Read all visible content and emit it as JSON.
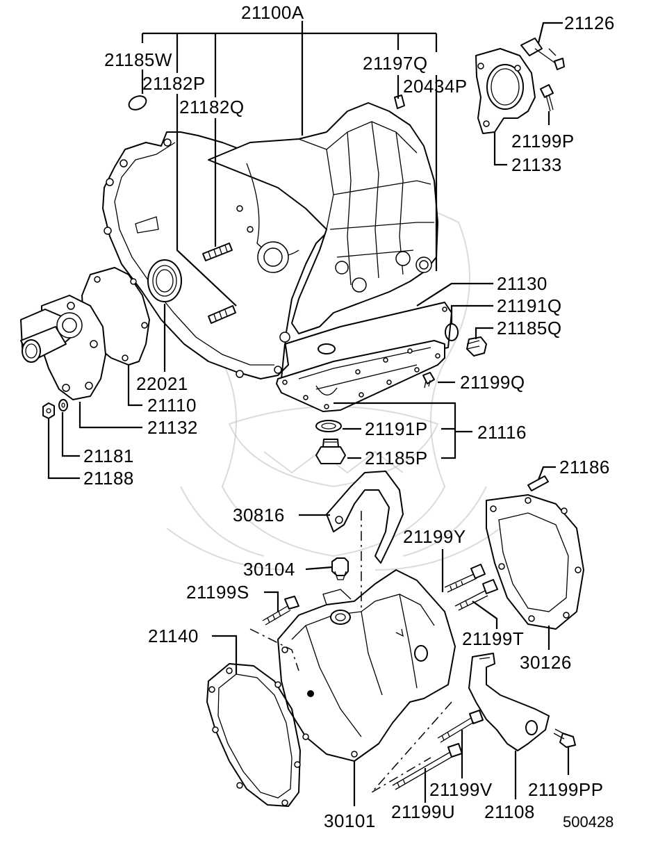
{
  "diagram": {
    "catalog_number": "500428",
    "part_labels": {
      "p21100A": "21100A",
      "p21185W": "21185W",
      "p21182P": "21182P",
      "p21182Q": "21182Q",
      "p21197Q": "21197Q",
      "p20434P": "20434P",
      "p21126": "21126",
      "p21199P": "21199P",
      "p21133": "21133",
      "p21130": "21130",
      "p21191Q": "21191Q",
      "p21185Q": "21185Q",
      "p21199Q": "21199Q",
      "p22021": "22021",
      "p21110": "21110",
      "p21132": "21132",
      "p21181": "21181",
      "p21188": "21188",
      "p21191P": "21191P",
      "p21116": "21116",
      "p21185P": "21185P",
      "p21186": "21186",
      "p30816": "30816",
      "p21199Y": "21199Y",
      "p30104": "30104",
      "p21199S": "21199S",
      "p21199T": "21199T",
      "p21140": "21140",
      "p30126": "30126",
      "p21199V": "21199V",
      "p21199PP": "21199PP",
      "p30101": "30101",
      "p21199U": "21199U",
      "p21108": "21108"
    }
  }
}
